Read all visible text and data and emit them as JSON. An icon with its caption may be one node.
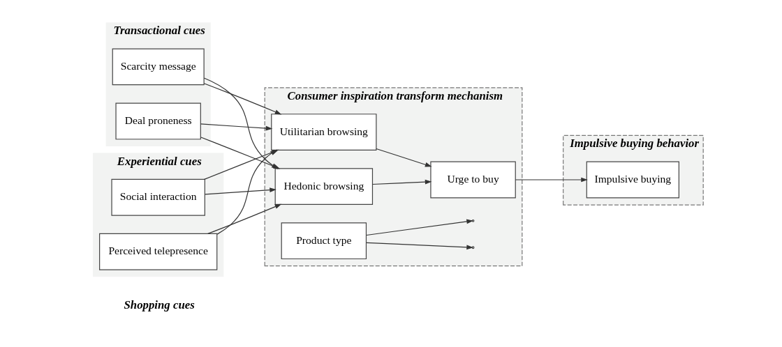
{
  "diagram": {
    "nodes": [
      {
        "text": [
          "Transactional cues"
        ]
      },
      {
        "text": [
          "Scarcity message"
        ],
        "in": 0
      },
      {
        "text": [
          "Deal proneness"
        ],
        "in": 0
      },
      {
        "text": [
          "Experiential cues"
        ]
      },
      {
        "text": [
          "Social interaction"
        ],
        "in": 3
      },
      {
        "text": [
          "Perceived telepresence"
        ],
        "in": 3
      },
      {
        "text": [
          "Consumer inspiration transform mechanism"
        ]
      },
      {
        "text": [
          "Utilitarian browsing"
        ],
        "in": 6
      },
      {
        "text": [
          "Hedonic browsing"
        ],
        "in": 6
      },
      {
        "text": [
          "Urge to buy"
        ],
        "in": 6
      },
      {
        "text": [
          "Product type"
        ],
        "in": 6
      },
      {
        "text": [
          "Impulsive buying behavior"
        ]
      },
      {
        "text": [
          "Impulsive buying"
        ],
        "in": 11
      }
    ],
    "edges": [
      {
        "from": 1,
        "to": 7,
        "arrow": "to"
      },
      {
        "from": 1,
        "to": 8,
        "arrow": "to"
      },
      {
        "from": 2,
        "to": 7,
        "arrow": "to"
      },
      {
        "from": 2,
        "to": 8,
        "arrow": "to"
      },
      {
        "from": 4,
        "to": 7,
        "arrow": "to"
      },
      {
        "from": 4,
        "to": 8,
        "arrow": "to"
      },
      {
        "from": 5,
        "to": 7,
        "arrow": "to"
      },
      {
        "from": 5,
        "to": 8,
        "arrow": "to"
      },
      {
        "from": 7,
        "to": 9,
        "arrow": "to"
      },
      {
        "from": 8,
        "to": 9,
        "arrow": "to"
      },
      {
        "from": 10,
        "to": null,
        "arrow": "to"
      },
      {
        "from": 10,
        "to": null,
        "arrow": "to"
      },
      {
        "from": 9,
        "to": 12,
        "arrow": "to"
      }
    ],
    "labels": [
      "Shopping cues"
    ]
  }
}
